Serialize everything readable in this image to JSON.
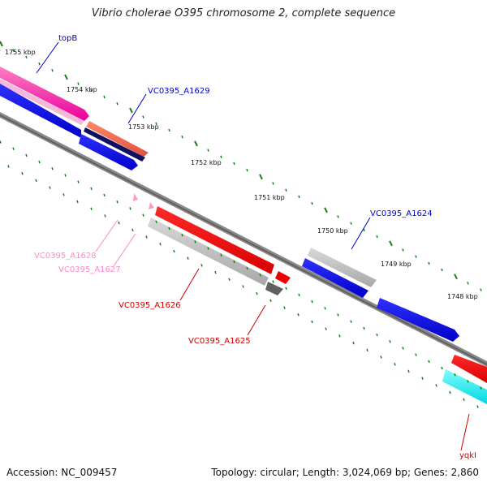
{
  "title": "Vibrio cholerae O395 chromosome 2, complete sequence",
  "footer": {
    "accession": "Accession: NC_009457",
    "summary": "Topology: circular; Length: 3,024,069 bp; Genes: 2,860"
  },
  "ticks": [
    "1755 kbp",
    "1754 kbp",
    "1753 kbp",
    "1752 kbp",
    "1751 kbp",
    "1750 kbp",
    "1749 kbp",
    "1748 kbp"
  ],
  "genes": [
    {
      "name": "topB",
      "color": "#0000cc"
    },
    {
      "name": "VC0395_A1629",
      "color": "#0000cc"
    },
    {
      "name": "VC0395_A1624",
      "color": "#0000cc"
    },
    {
      "name": "VC0395_A1628",
      "color": "#ff88c8"
    },
    {
      "name": "VC0395_A1627",
      "color": "#ff88c8"
    },
    {
      "name": "VC0395_A1626",
      "color": "#cc0000"
    },
    {
      "name": "VC0395_A1625",
      "color": "#cc0000"
    },
    {
      "name": "yqkI",
      "color": "#cc0000"
    }
  ]
}
